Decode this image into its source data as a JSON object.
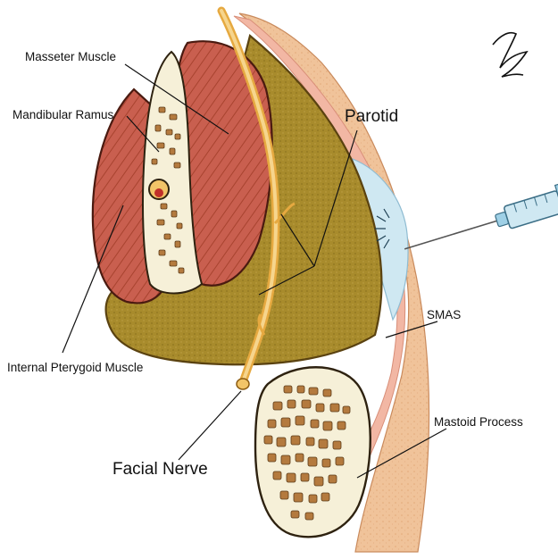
{
  "labels": {
    "masseter": "Masseter Muscle",
    "ramus": "Mandibular Ramus",
    "parotid": "Parotid",
    "pterygoid": "Internal Pterygoid Muscle",
    "smas": "SMAS",
    "mastoid": "Mastoid Process",
    "facial_nerve": "Facial Nerve"
  },
  "colors": {
    "muscle": "#c95f4f",
    "parotid": "#a88b2c",
    "bone": "#f6f0d8",
    "nerve": "#f2c468",
    "skin": "#f0c39a",
    "fluid": "#cfe8f2"
  }
}
